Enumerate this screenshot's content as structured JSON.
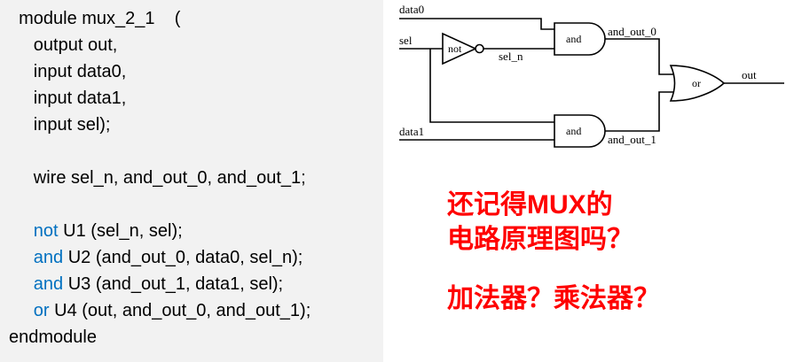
{
  "code": {
    "keyword_color": "#0070C0",
    "lines": [
      {
        "segments": [
          {
            "text": "  module mux_2_1    (",
            "kw": false
          }
        ]
      },
      {
        "segments": [
          {
            "text": "     output out,",
            "kw": false
          }
        ]
      },
      {
        "segments": [
          {
            "text": "     input data0,",
            "kw": false
          }
        ]
      },
      {
        "segments": [
          {
            "text": "     input data1,",
            "kw": false
          }
        ]
      },
      {
        "segments": [
          {
            "text": "     input sel);",
            "kw": false
          }
        ]
      },
      {
        "segments": []
      },
      {
        "segments": [
          {
            "text": "     wire sel_n, and_out_0, and_out_1;",
            "kw": false
          }
        ]
      },
      {
        "segments": []
      },
      {
        "segments": [
          {
            "text": "     ",
            "kw": false
          },
          {
            "text": "not",
            "kw": true
          },
          {
            "text": " U1 (sel_n, sel);",
            "kw": false
          }
        ]
      },
      {
        "segments": [
          {
            "text": "     ",
            "kw": false
          },
          {
            "text": "and",
            "kw": true
          },
          {
            "text": " U2 (and_out_0, data0, sel_n);",
            "kw": false
          }
        ]
      },
      {
        "segments": [
          {
            "text": "     ",
            "kw": false
          },
          {
            "text": "and",
            "kw": true
          },
          {
            "text": " U3 (and_out_1, data1, sel);",
            "kw": false
          }
        ]
      },
      {
        "segments": [
          {
            "text": "     ",
            "kw": false
          },
          {
            "text": "or",
            "kw": true
          },
          {
            "text": " U4 (out, and_out_0, and_out_1);",
            "kw": false
          }
        ]
      },
      {
        "segments": [
          {
            "text": "endmodule",
            "kw": false
          }
        ]
      }
    ]
  },
  "diagram": {
    "labels": {
      "data0": "data0",
      "sel": "sel",
      "data1": "data1",
      "not_gate": "not",
      "sel_n": "sel_n",
      "and_top": "and",
      "and_bottom": "and",
      "or_gate": "or",
      "and_out_0": "and_out_0",
      "and_out_1": "and_out_1",
      "out": "out"
    }
  },
  "questions": {
    "color": "#FF0000",
    "line1": "还记得MUX的",
    "line2": "电路原理图吗？",
    "line3": "加法器？乘法器？"
  }
}
